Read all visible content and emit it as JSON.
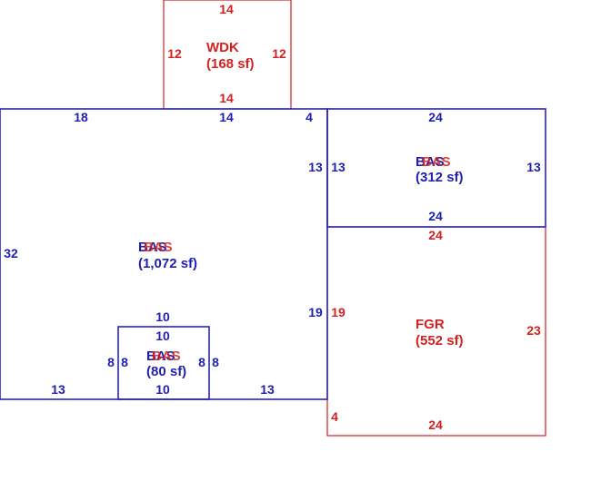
{
  "areas": {
    "wdk": {
      "code": "WDK",
      "area": "(168 sf)"
    },
    "bas_main": {
      "code_a": "BAS",
      "code_b": "BAS",
      "area": "(1,072 sf)"
    },
    "bas_small": {
      "code_a": "BAS",
      "code_b": "BAS",
      "area": "(80 sf)"
    },
    "bas_right": {
      "code_a": "BAS",
      "code_b": "BAS",
      "area": "(312 sf)"
    },
    "fgr": {
      "code": "FGR",
      "area": "(552 sf)"
    }
  },
  "dimensions": {
    "wdk_top": "14",
    "wdk_left": "12",
    "wdk_right": "12",
    "wdk_bottom": "14",
    "main_top_left": "18",
    "main_top_mid": "14",
    "main_top_right": "4",
    "main_left": "32",
    "main_right_upper": "13",
    "main_right_lower": "19",
    "main_bottom_left": "13",
    "main_bottom_right": "13",
    "small_top_outer": "10",
    "small_top_inner": "10",
    "small_bottom": "10",
    "small_left_outer": "8",
    "small_left_inner": "8",
    "small_right_inner": "8",
    "small_right_outer": "8",
    "right_top": "24",
    "right_left": "13",
    "right_right": "13",
    "right_bottom": "24",
    "fgr_top": "24",
    "fgr_left": "19",
    "fgr_right": "23",
    "fgr_bottom": "24",
    "fgr_corner": "4"
  }
}
